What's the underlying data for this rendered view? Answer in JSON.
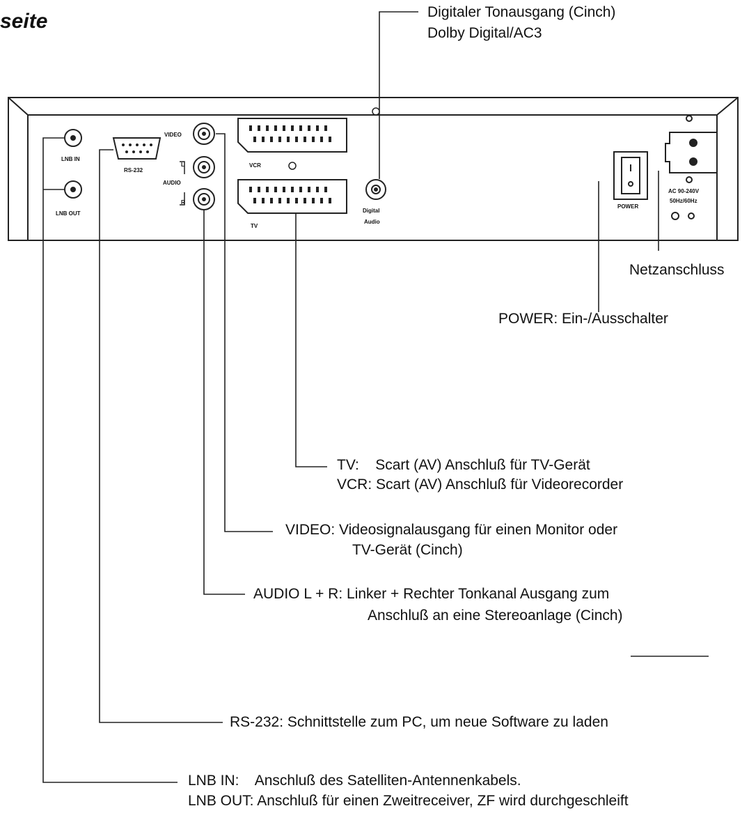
{
  "title": "seite",
  "panel": {
    "lnb_in": "LNB IN",
    "lnb_out": "LNB OUT",
    "rs232": "RS-232",
    "video": "VIDEO",
    "audio": "AUDIO",
    "audio_l": "L",
    "audio_r": "R",
    "vcr": "VCR",
    "tv": "TV",
    "digital_audio_1": "Digital",
    "digital_audio_2": "Audio",
    "power": "POWER",
    "ac_1": "AC 90-240V",
    "ac_2": "50Hz/60Hz"
  },
  "callouts": {
    "digital_1": "Digitaler Tonausgang (Cinch)",
    "digital_2": "Dolby Digital/AC3",
    "mains": "Netzanschluss",
    "power": "POWER: Ein-/Ausschalter",
    "tv_1": "TV:    Scart (AV) Anschluß für TV-Gerät",
    "tv_2": "VCR: Scart (AV) Anschluß für Videorecorder",
    "video_1": "VIDEO: Videosignalausgang für einen Monitor oder",
    "video_2": "TV-Gerät (Cinch)",
    "audio_1": "AUDIO L + R: Linker + Rechter Tonkanal Ausgang zum",
    "audio_2": "Anschluß an eine Stereoanlage (Cinch)",
    "rs232": "RS-232: Schnittstelle zum PC, um neue Software zu laden",
    "lnb_1": "LNB IN:    Anschluß des Satelliten-Antennenkabels.",
    "lnb_2": "LNB OUT: Anschluß für einen Zweitreceiver, ZF wird durchgeschleift"
  }
}
